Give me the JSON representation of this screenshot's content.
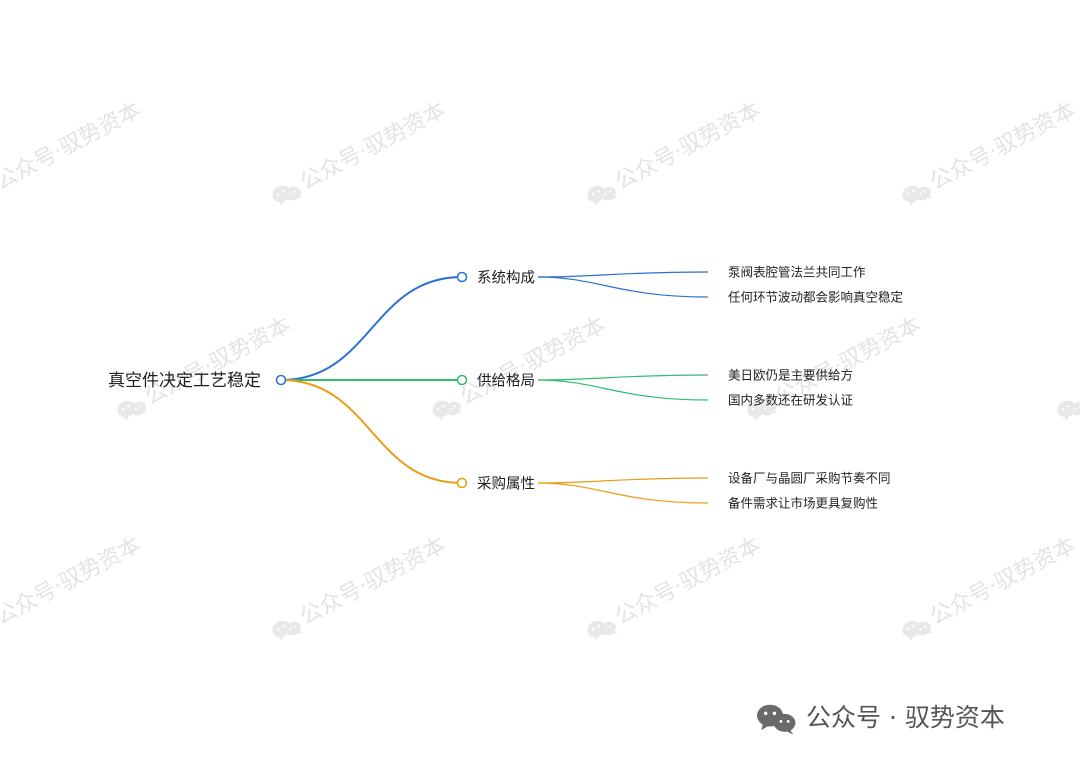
{
  "mindmap": {
    "root": {
      "label": "真空件决定工艺稳定",
      "color": "#2a6fd6"
    },
    "branches": [
      {
        "label": "系统构成",
        "color": "#2a6fd6",
        "children": [
          "泵阀表腔管法兰共同工作",
          "任何环节波动都会影响真空稳定"
        ]
      },
      {
        "label": "供给格局",
        "color": "#2ebd6b",
        "children": [
          "美日欧仍是主要供给方",
          "国内多数还在研发认证"
        ]
      },
      {
        "label": "采购属性",
        "color": "#ea9c14",
        "children": [
          "设备厂与晶圆厂采购节奏不同",
          "备件需求让市场更具复购性"
        ]
      }
    ]
  },
  "watermark": {
    "text": "公众号·驭势资本",
    "icon": "wechat-icon"
  },
  "footer": {
    "icon": "wechat-icon",
    "label": "公众号 · 驭势资本"
  }
}
